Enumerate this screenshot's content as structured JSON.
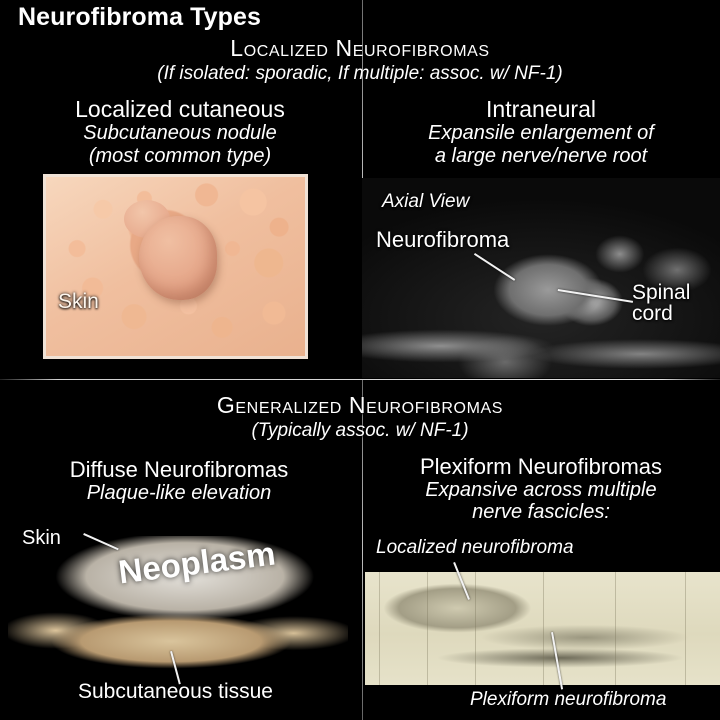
{
  "title": "Neurofibroma Types",
  "sections": {
    "localized": {
      "heading": "Localized Neurofibromas",
      "subheading": "(If isolated: sporadic, If multiple: assoc. w/ NF-1)"
    },
    "generalized": {
      "heading": "Generalized Neurofibromas",
      "subheading": "(Typically assoc. w/ NF-1)"
    }
  },
  "panels": {
    "cutaneous": {
      "heading": "Localized cutaneous",
      "subheading_1": "Subcutaneous nodule",
      "subheading_2": "(most common type)",
      "image_label_skin": "Skin"
    },
    "intraneural": {
      "heading": "Intraneural",
      "subheading_1": "Expansile enlargement of",
      "subheading_2": "a large nerve/nerve root",
      "label_view": "Axial View",
      "label_neurofibroma": "Neurofibroma",
      "label_spinal_cord": "Spinal cord"
    },
    "diffuse": {
      "heading": "Diffuse Neurofibromas",
      "subheading_1": "Plaque-like elevation",
      "label_skin": "Skin",
      "label_neoplasm": "Neoplasm",
      "label_subcutaneous": "Subcutaneous tissue"
    },
    "plexiform": {
      "heading": "Plexiform Neurofibromas",
      "subheading_1": "Expansive across multiple",
      "subheading_2": "nerve fascicles:",
      "label_localized": "Localized neurofibroma",
      "label_plexiform": "Plexiform neurofibroma"
    }
  },
  "colors": {
    "background": "#000000",
    "text": "#ffffff",
    "divider": "#e1e1e1",
    "photo_border": "#f0e2d6",
    "engraving_paper": "#e2ddc2"
  }
}
